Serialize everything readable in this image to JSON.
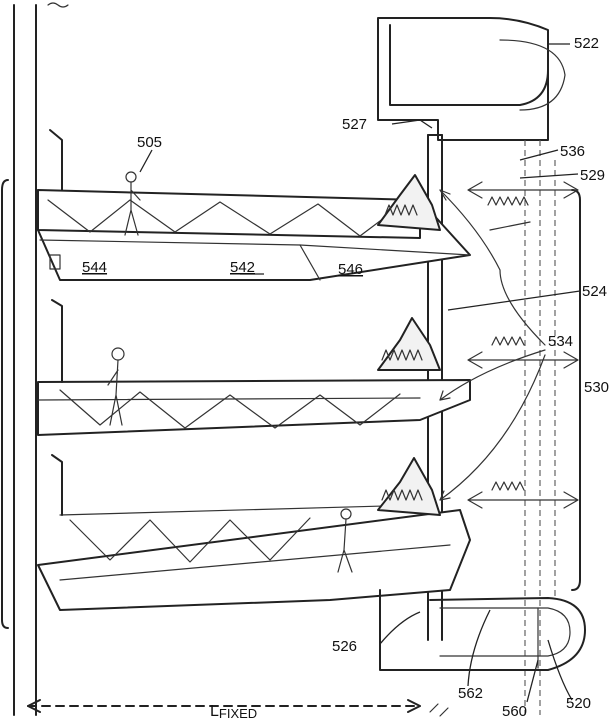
{
  "figure": {
    "labels": {
      "l505": "505",
      "l522": "522",
      "l527": "527",
      "l536": "536",
      "l529": "529",
      "l524": "524",
      "l534": "534",
      "l530": "530",
      "l544": "544",
      "l542": "542",
      "l546": "546",
      "l526": "526",
      "l562": "562",
      "l560": "560",
      "l520": "520"
    },
    "dimension": {
      "l_main": "L",
      "l_sub": "FIXED"
    }
  }
}
